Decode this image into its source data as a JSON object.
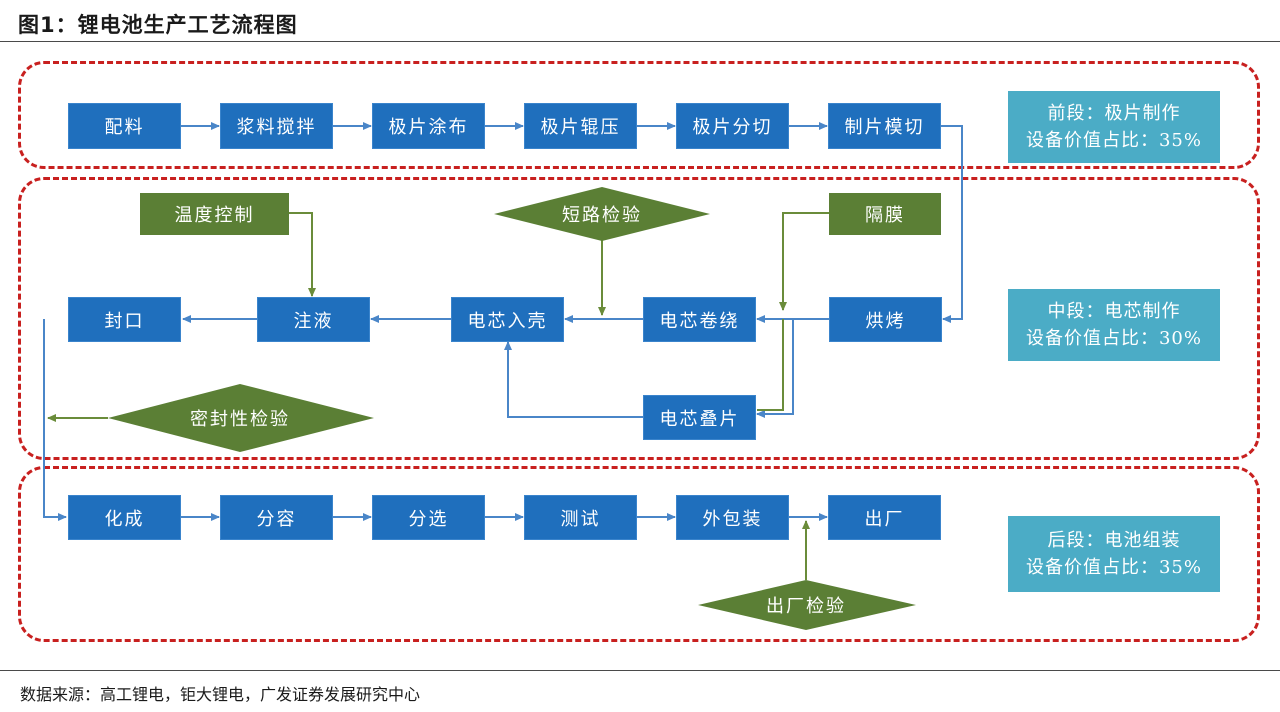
{
  "figure": {
    "title": "图1：锂电池生产工艺流程图",
    "source": "数据来源：高工锂电，钜大锂电，广发证券发展研究中心"
  },
  "front": {
    "steps": [
      "配料",
      "浆料搅拌",
      "极片涂布",
      "极片辊压",
      "极片分切",
      "制片模切"
    ],
    "info_line1": "前段：极片制作",
    "info_line2": "设备价值占比：35%"
  },
  "middle": {
    "temp_control": "温度控制",
    "short_check": "短路检验",
    "separator": "隔膜",
    "sealing": "封口",
    "injection": "注液",
    "casing": "电芯入壳",
    "winding": "电芯卷绕",
    "baking": "烘烤",
    "stacking": "电芯叠片",
    "seal_check": "密封性检验",
    "info_line1": "中段：电芯制作",
    "info_line2": "设备价值占比：30%"
  },
  "back": {
    "steps": [
      "化成",
      "分容",
      "分选",
      "测试",
      "外包装",
      "出厂"
    ],
    "factory_check": "出厂检验",
    "info_line1": "后段：电池组装",
    "info_line2": "设备价值占比：35%"
  },
  "colors": {
    "process_box": "#1f6fbd",
    "control_box": "#5b7f35",
    "info_box": "#4bacc6",
    "frame": "#c8201f",
    "arrow_blue": "#4a86c8",
    "arrow_green": "#6a8c3a"
  }
}
